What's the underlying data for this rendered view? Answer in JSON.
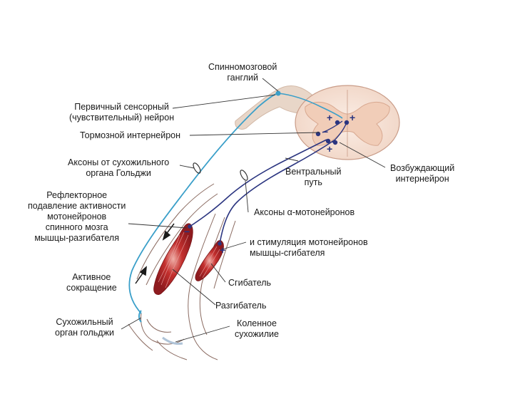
{
  "labels": {
    "spinal_ganglion": "Спинномозговой\nганглий",
    "primary_sensory_neuron": "Первичный сенсорный\n(чувствительный) нейрон",
    "inhibitory_interneuron": "Тормозной интернейрон",
    "golgi_axons": "Аксоны от сухожильного\nоргана Гольджи",
    "reflex_inhibition": "Рефлекторное\nподавление активности\nмотонейронов\nспинного мозга\nмышцы-разгибателя",
    "active_contraction": "Активное\nсокращение",
    "golgi_organ": "Сухожильный\nорган гольджи",
    "ventral_path": "Вентральный\nпуть",
    "excitatory_interneuron": "Возбуждающий\nинтернейрон",
    "alpha_axons": "Аксоны α-мотонейронов",
    "flexor_stimulation": "и стимуляция мотонейронов\nмышцы-сгибателя",
    "flexor": "Сгибатель",
    "extensor": "Разгибатель",
    "knee_tendon": "Коленное\nсухожилие"
  },
  "signs": {
    "plus": "+",
    "minus": "−"
  },
  "colors": {
    "sensory_neuron": "#3a9fc9",
    "motor_axon": "#2b3580",
    "muscle": "#b8252a",
    "ganglion": "#e6d2c6",
    "cord_grey": "#ecc4b0",
    "cord_white": "#f7e6dc",
    "leader": "#333333"
  }
}
